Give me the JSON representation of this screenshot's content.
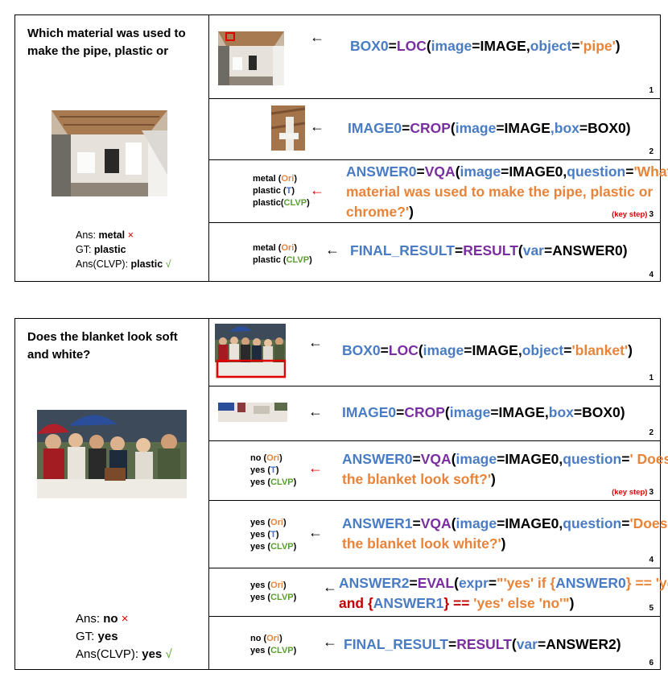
{
  "examples": [
    {
      "question": "Which material was used to make the pipe, plastic or",
      "answers": {
        "ans_label": "Ans: ",
        "ans_value": "metal",
        "ans_mark": "×",
        "gt_label": "GT: ",
        "gt_value": "plastic",
        "clvp_label": "Ans(CLVP): ",
        "clvp_value": "plastic",
        "clvp_mark": "√"
      },
      "steps": [
        {
          "number": "1",
          "code": [
            {
              "t": "BOX0",
              "c": "blue"
            },
            {
              "t": "=",
              "c": "black"
            },
            {
              "t": "LOC",
              "c": "purple"
            },
            {
              "t": "(",
              "c": "black"
            },
            {
              "t": "image",
              "c": "blue"
            },
            {
              "t": "=IMAGE,",
              "c": "black"
            },
            {
              "t": "object",
              "c": "blue"
            },
            {
              "t": "=",
              "c": "black"
            },
            {
              "t": "'pipe'",
              "c": "orange"
            },
            {
              "t": ")",
              "c": "black"
            }
          ]
        },
        {
          "number": "2",
          "code": [
            {
              "t": "IMAGE0",
              "c": "blue"
            },
            {
              "t": "=",
              "c": "black"
            },
            {
              "t": "CROP",
              "c": "purple"
            },
            {
              "t": "(",
              "c": "black"
            },
            {
              "t": "image",
              "c": "blue"
            },
            {
              "t": "=IMAGE",
              "c": "black"
            },
            {
              "t": ",box",
              "c": "blue"
            },
            {
              "t": "=BOX0)",
              "c": "black"
            }
          ]
        },
        {
          "number": "3",
          "key_step": "(key step)",
          "results": [
            {
              "v": "metal ",
              "tag": "Ori"
            },
            {
              "v": "plastic ",
              "tag": "T"
            },
            {
              "v": "plastic",
              "tag": "CLVP"
            }
          ],
          "lines": [
            [
              {
                "t": "ANSWER0",
                "c": "blue"
              },
              {
                "t": "=",
                "c": "black"
              },
              {
                "t": "VQA",
                "c": "purple"
              },
              {
                "t": "(",
                "c": "black"
              },
              {
                "t": "image",
                "c": "blue"
              },
              {
                "t": "=IMAGE0,",
                "c": "black"
              },
              {
                "t": "question",
                "c": "blue"
              },
              {
                "t": "=",
                "c": "black"
              },
              {
                "t": "'What",
                "c": "orange"
              }
            ],
            [
              {
                "t": "material was used to make the pipe, plastic or",
                "c": "orange"
              }
            ],
            [
              {
                "t": "chrome?'",
                "c": "orange"
              },
              {
                "t": ")",
                "c": "black"
              }
            ]
          ]
        },
        {
          "number": "4",
          "results": [
            {
              "v": "metal ",
              "tag": "Ori"
            },
            {
              "v": "plastic ",
              "tag": "CLVP"
            }
          ],
          "code": [
            {
              "t": "FINAL_RESULT",
              "c": "blue"
            },
            {
              "t": "=",
              "c": "black"
            },
            {
              "t": "RESULT",
              "c": "purple"
            },
            {
              "t": "(",
              "c": "black"
            },
            {
              "t": "var",
              "c": "blue"
            },
            {
              "t": "=ANSWER0)",
              "c": "black"
            }
          ]
        }
      ]
    },
    {
      "question": "Does the blanket look soft and white?",
      "answers": {
        "ans_label": "Ans: ",
        "ans_value": "no",
        "ans_mark": "×",
        "gt_label": "GT: ",
        "gt_value": "yes",
        "clvp_label": "Ans(CLVP): ",
        "clvp_value": "yes",
        "clvp_mark": "√"
      },
      "steps": [
        {
          "number": "1",
          "code": [
            {
              "t": "BOX0",
              "c": "blue"
            },
            {
              "t": "=",
              "c": "black"
            },
            {
              "t": "LOC",
              "c": "purple"
            },
            {
              "t": "(",
              "c": "black"
            },
            {
              "t": "image",
              "c": "blue"
            },
            {
              "t": "=IMAGE,",
              "c": "black"
            },
            {
              "t": "object",
              "c": "blue"
            },
            {
              "t": "=",
              "c": "black"
            },
            {
              "t": "'blanket'",
              "c": "orange"
            },
            {
              "t": ")",
              "c": "black"
            }
          ]
        },
        {
          "number": "2",
          "code": [
            {
              "t": "IMAGE0",
              "c": "blue"
            },
            {
              "t": "=",
              "c": "black"
            },
            {
              "t": "CROP",
              "c": "purple"
            },
            {
              "t": "(",
              "c": "black"
            },
            {
              "t": "image",
              "c": "blue"
            },
            {
              "t": "=IMAGE,",
              "c": "black"
            },
            {
              "t": "box",
              "c": "blue"
            },
            {
              "t": "=BOX0)",
              "c": "black"
            }
          ]
        },
        {
          "number": "3",
          "key_step": "(key step)",
          "results": [
            {
              "v": "no ",
              "tag": "Ori"
            },
            {
              "v": "yes ",
              "tag": "T"
            },
            {
              "v": "yes ",
              "tag": "CLVP"
            }
          ],
          "lines": [
            [
              {
                "t": "ANSWER0",
                "c": "blue"
              },
              {
                "t": "=",
                "c": "black"
              },
              {
                "t": "VQA",
                "c": "purple"
              },
              {
                "t": "(",
                "c": "black"
              },
              {
                "t": "image",
                "c": "blue"
              },
              {
                "t": "=IMAGE0,",
                "c": "black"
              },
              {
                "t": "question",
                "c": "blue"
              },
              {
                "t": "=",
                "c": "black"
              },
              {
                "t": "' Does",
                "c": "orange"
              }
            ],
            [
              {
                "t": "the blanket look soft?'",
                "c": "orange"
              },
              {
                "t": ")",
                "c": "black"
              }
            ]
          ]
        },
        {
          "number": "4",
          "results": [
            {
              "v": "yes ",
              "tag": "Ori"
            },
            {
              "v": "yes ",
              "tag": "T"
            },
            {
              "v": "yes ",
              "tag": "CLVP"
            }
          ],
          "lines": [
            [
              {
                "t": "ANSWER1",
                "c": "blue"
              },
              {
                "t": "=",
                "c": "black"
              },
              {
                "t": "VQA",
                "c": "purple"
              },
              {
                "t": "(",
                "c": "black"
              },
              {
                "t": "image",
                "c": "blue"
              },
              {
                "t": "=IMAGE0,",
                "c": "black"
              },
              {
                "t": "question",
                "c": "blue"
              },
              {
                "t": "=",
                "c": "black"
              },
              {
                "t": "'Does",
                "c": "orange"
              }
            ],
            [
              {
                "t": "the blanket look white?'",
                "c": "orange"
              },
              {
                "t": ")",
                "c": "black"
              }
            ]
          ]
        },
        {
          "number": "5",
          "results": [
            {
              "v": "yes ",
              "tag": "Ori"
            },
            {
              "v": "yes ",
              "tag": "CLVP"
            }
          ],
          "lines": [
            [
              {
                "t": "ANSWER2",
                "c": "blue"
              },
              {
                "t": "=",
                "c": "black"
              },
              {
                "t": "EVAL",
                "c": "purple"
              },
              {
                "t": "(",
                "c": "black"
              },
              {
                "t": "expr",
                "c": "blue"
              },
              {
                "t": "=",
                "c": "black"
              },
              {
                "t": "\"'yes' if {",
                "c": "orange"
              },
              {
                "t": "ANSWER0",
                "c": "blue"
              },
              {
                "t": "} == 'yes'",
                "c": "orange"
              }
            ],
            [
              {
                "t": "and {",
                "c": "red"
              },
              {
                "t": "ANSWER1",
                "c": "blue"
              },
              {
                "t": "} == ",
                "c": "red"
              },
              {
                "t": "'yes' else 'no'\"",
                "c": "orange"
              },
              {
                "t": ")",
                "c": "black"
              }
            ]
          ]
        },
        {
          "number": "6",
          "results": [
            {
              "v": "no ",
              "tag": "Ori"
            },
            {
              "v": "yes ",
              "tag": "CLVP"
            }
          ],
          "code": [
            {
              "t": "FINAL_RESULT",
              "c": "blue"
            },
            {
              "t": "=",
              "c": "black"
            },
            {
              "t": "RESULT",
              "c": "purple"
            },
            {
              "t": "(",
              "c": "black"
            },
            {
              "t": "var",
              "c": "blue"
            },
            {
              "t": "=ANSWER2)",
              "c": "black"
            }
          ]
        }
      ]
    }
  ],
  "colors": {
    "blue": "#4a7cc4",
    "purple": "#7a2fa0",
    "orange": "#e8833a",
    "red": "#c00000",
    "green": "#5a9e2f",
    "arrow_red": "#e00000"
  },
  "icons": {
    "arrow": "←"
  }
}
